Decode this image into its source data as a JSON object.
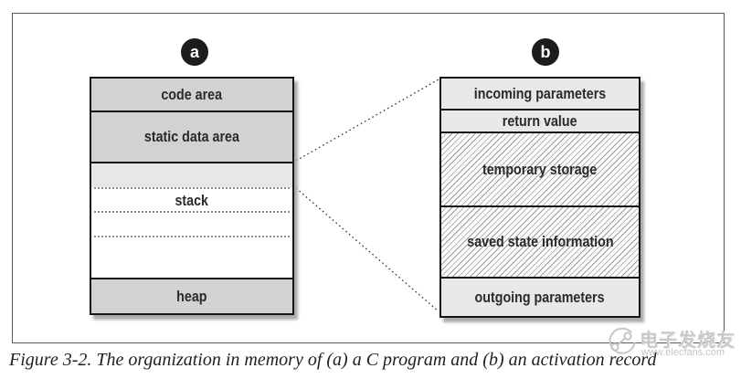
{
  "colors": {
    "section_fill_dark": "#d2d2d2",
    "section_fill_light": "#e8e8e8",
    "hatch_line": "#9b9b9b",
    "box_border": "#151515",
    "badge_fill": "#1c1c1c",
    "watermark_gray": "#c6c6c6"
  },
  "diagram_a": {
    "badge": "a",
    "sections": [
      {
        "label": "code area"
      },
      {
        "label": "static data area"
      },
      {
        "label": "stack"
      },
      {
        "label": "heap"
      }
    ]
  },
  "diagram_b": {
    "badge": "b",
    "sections": [
      {
        "label": "incoming parameters"
      },
      {
        "label": "return value"
      },
      {
        "label": "temporary storage"
      },
      {
        "label": "saved state information"
      },
      {
        "label": "outgoing parameters"
      }
    ]
  },
  "caption": "Figure 3-2. The organization in memory of (a) a C program and (b) an activation record",
  "watermark": {
    "brand": "电子发烧友",
    "url": "www.elecfans.com"
  }
}
